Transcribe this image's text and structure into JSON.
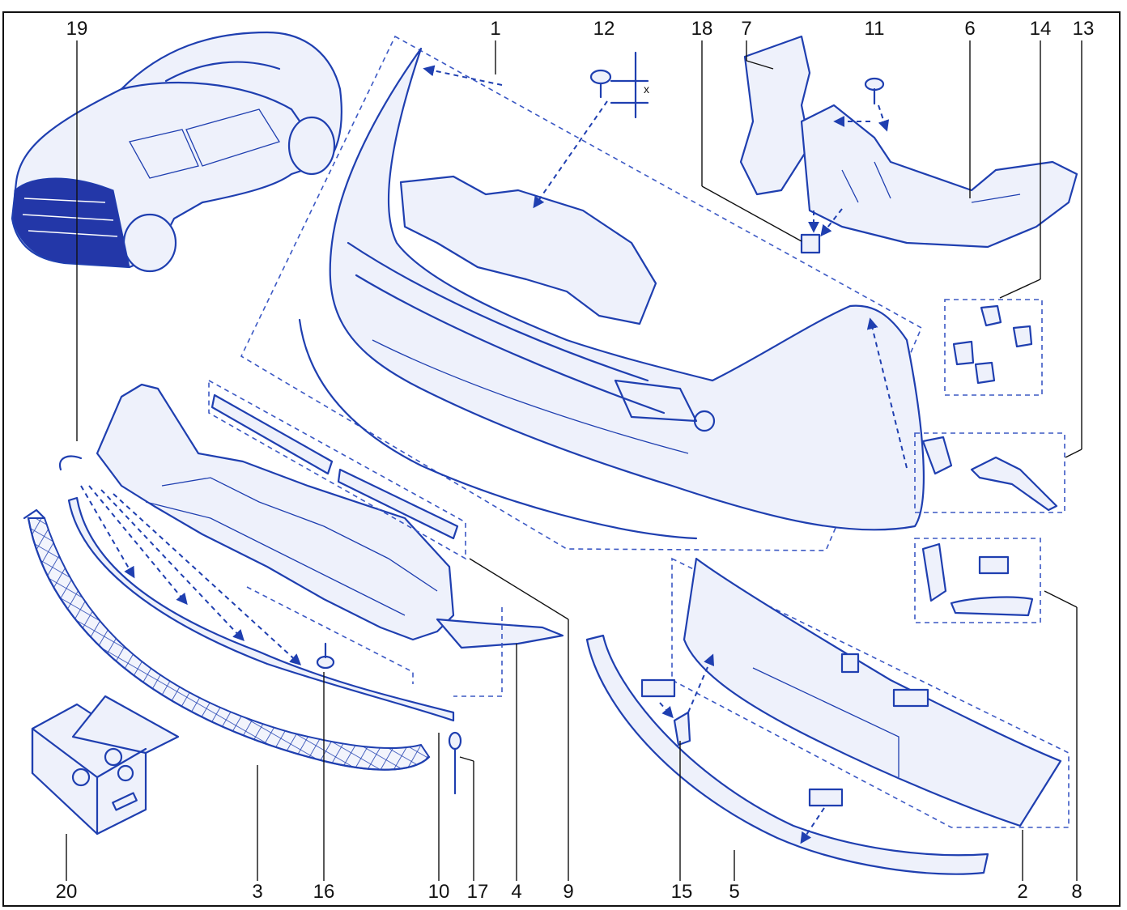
{
  "diagram": {
    "callouts": [
      "19",
      "1",
      "12",
      "18",
      "7",
      "11",
      "6",
      "14",
      "13",
      "20",
      "3",
      "16",
      "10",
      "17",
      "4",
      "9",
      "15",
      "5",
      "2",
      "8"
    ],
    "dimension_label": "x"
  },
  "colors": {
    "ink": "#1f3fb0",
    "frame": "#111111",
    "background": "#ffffff"
  }
}
